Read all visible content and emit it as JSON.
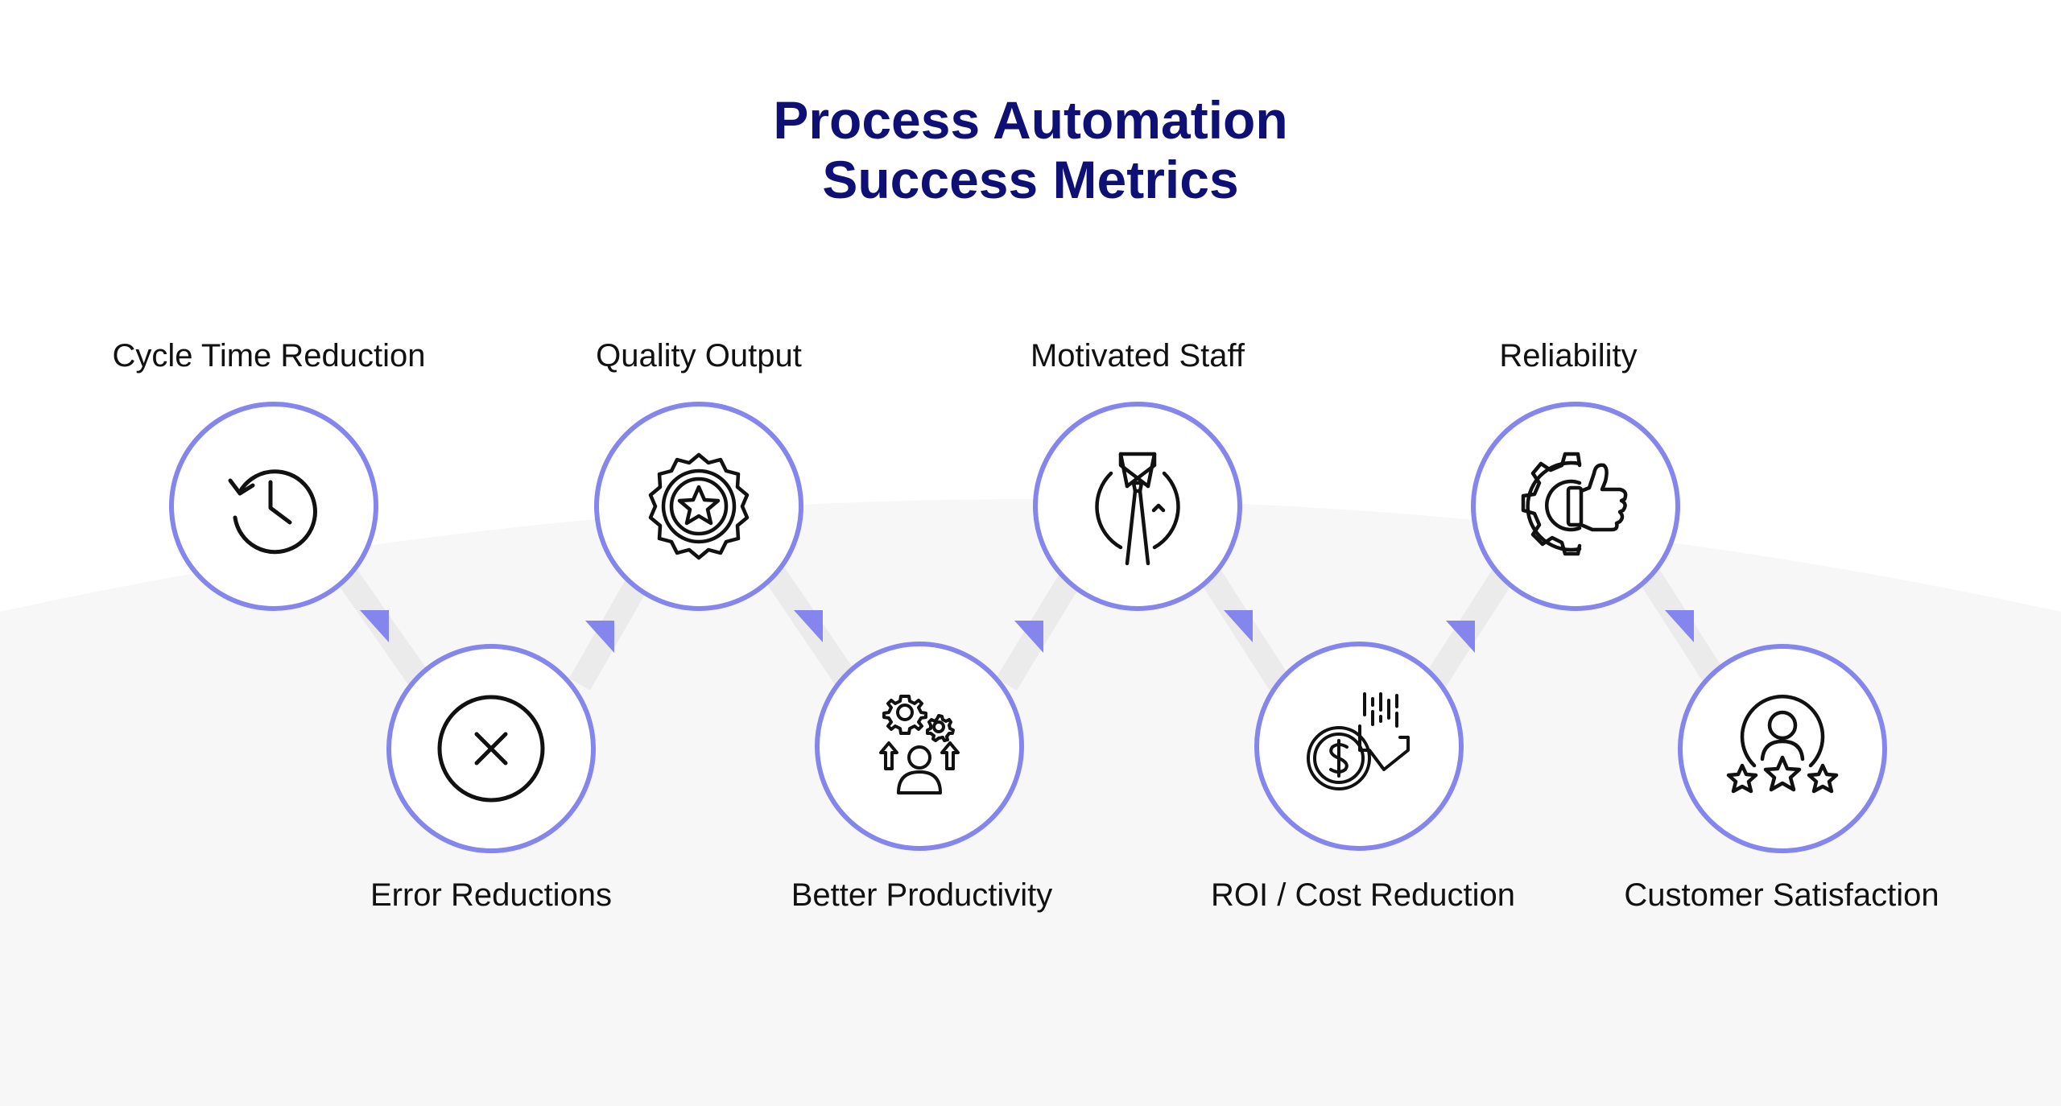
{
  "title": {
    "line1": "Process Automation",
    "line2": "Success Metrics"
  },
  "colors": {
    "title": "#0e1076",
    "circle_border": "#8486ee",
    "arrow": "#8486ee",
    "connector": "#ebebeb",
    "background_wave": "#f7f7f7",
    "text": "#111111",
    "icon_stroke": "#111111"
  },
  "metrics": [
    {
      "label": "Cycle Time Reduction",
      "icon": "history-clock-icon"
    },
    {
      "label": "Error Reductions",
      "icon": "x-circle-icon"
    },
    {
      "label": "Quality Output",
      "icon": "star-badge-icon"
    },
    {
      "label": "Better Productivity",
      "icon": "gears-person-icon"
    },
    {
      "label": "Motivated Staff",
      "icon": "shirt-tie-icon"
    },
    {
      "label": "ROI / Cost Reduction",
      "icon": "coin-down-arrow-icon"
    },
    {
      "label": "Reliability",
      "icon": "gear-thumbs-up-icon"
    },
    {
      "label": "Customer Satisfaction",
      "icon": "user-stars-icon"
    }
  ]
}
